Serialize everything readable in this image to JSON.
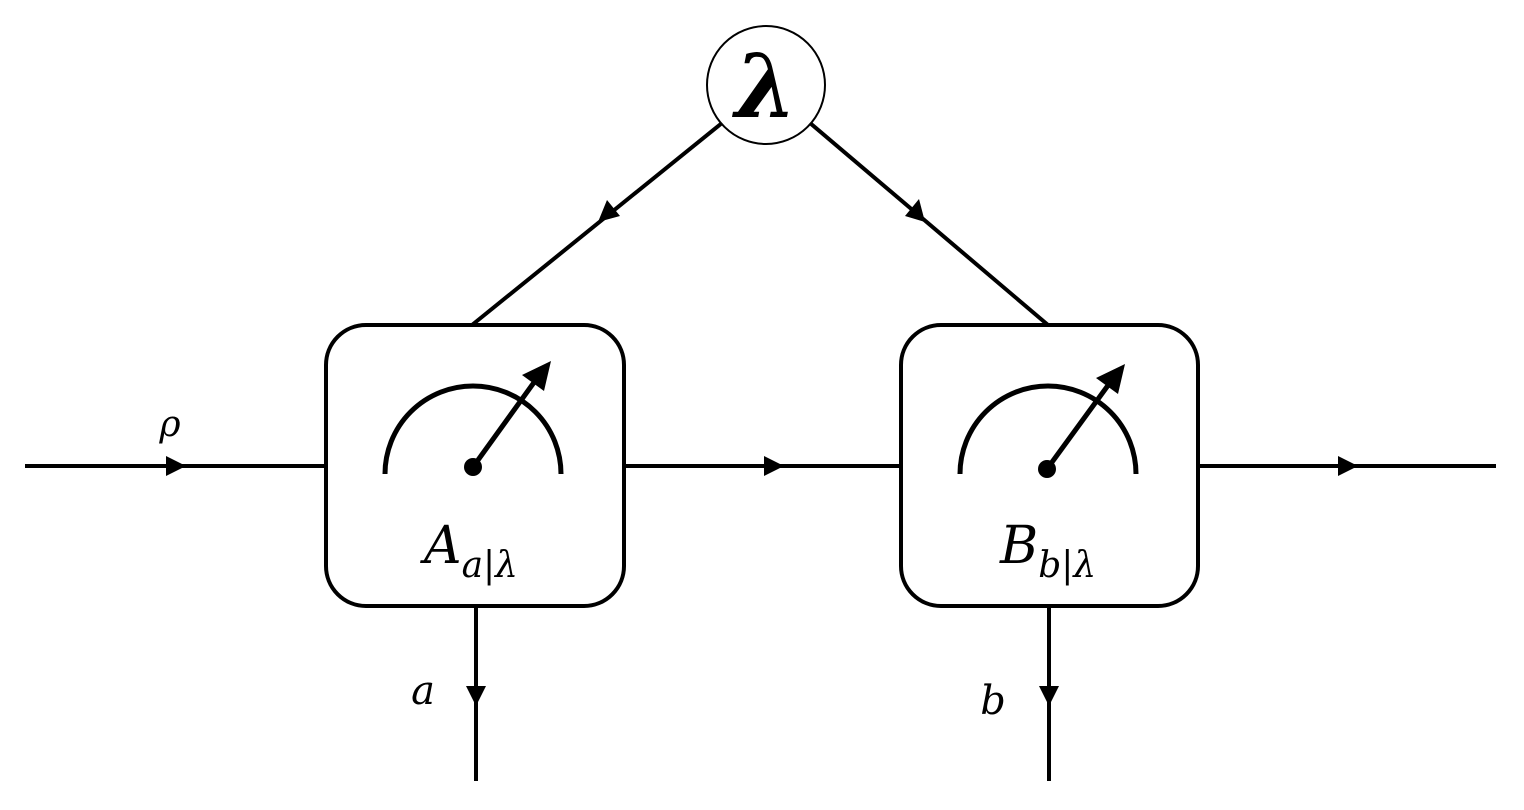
{
  "hidden_variable": {
    "symbol": "λ"
  },
  "input_state": {
    "label": "ρ"
  },
  "measurement_a": {
    "operator": "A",
    "subscript": "a|λ",
    "outcome_label": "a"
  },
  "measurement_b": {
    "operator": "B",
    "subscript": "b|λ",
    "outcome_label": "b"
  },
  "colors": {
    "stroke": "#000000",
    "fill": "#ffffff"
  }
}
